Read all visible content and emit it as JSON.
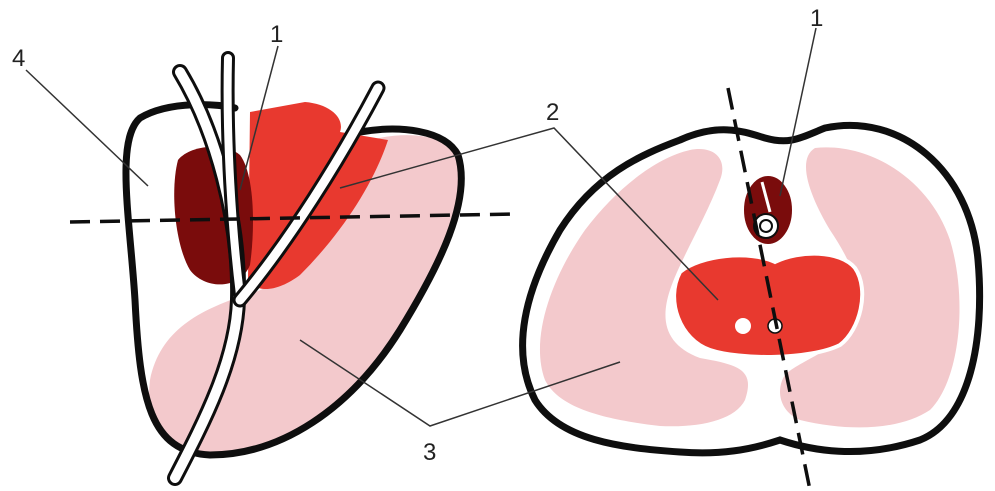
{
  "colors": {
    "outline": "#0e0e0e",
    "dark_red": "#7a0c0c",
    "red": "#e8392f",
    "pink": "#f3c9cc",
    "white": "#ffffff",
    "leader": "#333333"
  },
  "labels": {
    "label_1_left": "1",
    "label_1_right": "1",
    "label_2": "2",
    "label_3": "3",
    "label_4": "4"
  }
}
